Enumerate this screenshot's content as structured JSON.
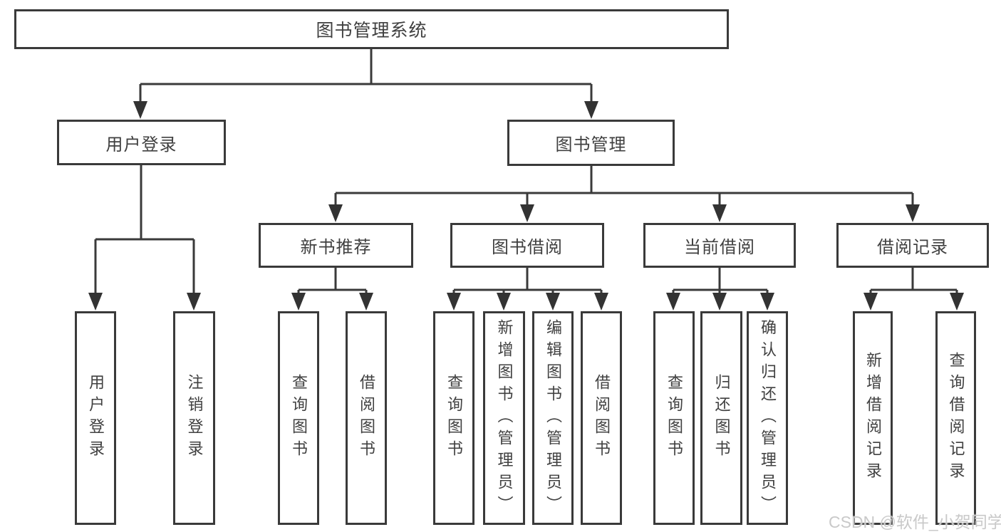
{
  "diagram": {
    "root_label": "图书管理系统",
    "level2": [
      {
        "label": "用户登录",
        "leaves": [
          "用户登录",
          "注销登录"
        ]
      },
      {
        "label": "图书管理"
      }
    ],
    "level3": [
      {
        "label": "新书推荐",
        "leaves": [
          "查询图书",
          "借阅图书"
        ]
      },
      {
        "label": "图书借阅",
        "leaves": [
          "查询图书",
          "新增图书（管理员）",
          "编辑图书（管理员）",
          "借阅图书"
        ]
      },
      {
        "label": "当前借阅",
        "leaves": [
          "查询图书",
          "归还图书",
          "确认归还（管理员）"
        ]
      },
      {
        "label": "借阅记录",
        "leaves": [
          "新增借阅记录",
          "查询借阅记录"
        ]
      }
    ]
  },
  "colors": {
    "line": "#3a3a3a",
    "text": "#404040",
    "watermark": "#c9c9c9",
    "background": "#ffffff"
  },
  "watermark": "CSDN @软件_小贺同学"
}
